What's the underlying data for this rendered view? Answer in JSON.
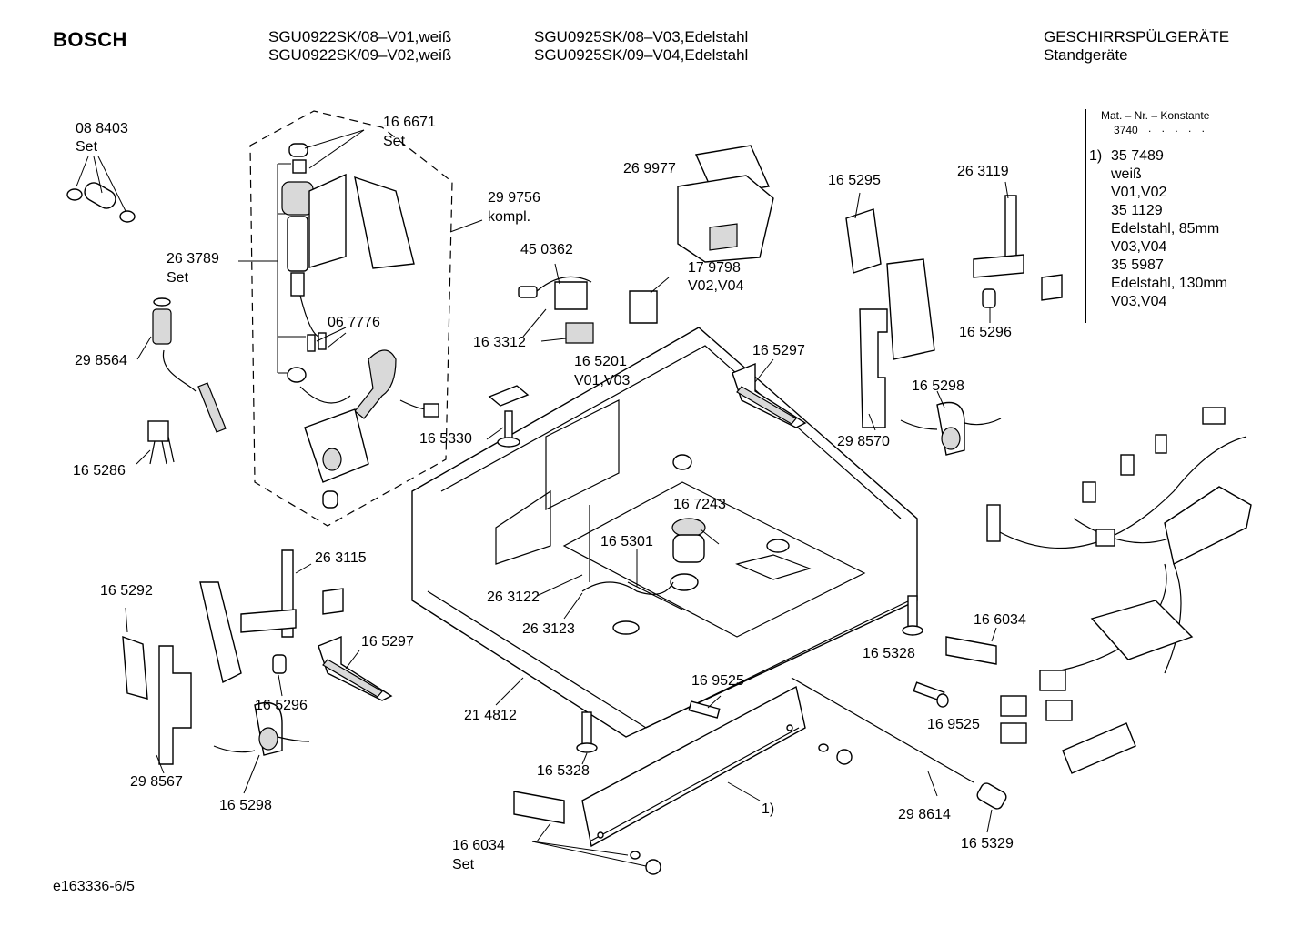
{
  "header": {
    "brand": "BOSCH",
    "models_col1": [
      "SGU0922SK/08–V01,weiß",
      "SGU0922SK/09–V02,weiß"
    ],
    "models_col2": [
      "SGU0925SK/08–V03,Edelstahl",
      "SGU0925SK/09–V04,Edelstahl"
    ],
    "category": "GESCHIRRSPÜLGERÄTE",
    "subcategory": "Standgeräte"
  },
  "side_panel": {
    "heading": "Mat. – Nr. – Konstante",
    "constant": "3740",
    "note_marker": "1)",
    "note_lines": [
      "35 7489",
      "weiß",
      "V01,V02",
      "35 1129",
      "Edelstahl, 85mm",
      "V03,V04",
      "35 5987",
      "Edelstahl, 130mm",
      "V03,V04"
    ]
  },
  "labels": {
    "p088403": "08 8403",
    "p088403_set": "Set",
    "p166671": "16 6671",
    "p166671_set": "Set",
    "p299756": "29 9756",
    "p299756_kompl": "kompl.",
    "p263789": "26 3789",
    "p263789_set": "Set",
    "p298564": "29 8564",
    "p067776": "06 7776",
    "p450362": "45 0362",
    "p269977": "26 9977",
    "p179798": "17 9798",
    "p179798_var": "V02,V04",
    "p165295": "16 5295",
    "p263119": "26 3119",
    "p165296a": "16 5296",
    "p163312": "16 3312",
    "p165201": "16 5201",
    "p165201_var": "V01,V03",
    "p165297a": "16 5297",
    "p165298a": "16 5298",
    "p298570": "29 8570",
    "p165330": "16 5330",
    "p165286": "16 5286",
    "p167243": "16 7243",
    "p165301": "16 5301",
    "p263115": "26 3115",
    "p165292": "16 5292",
    "p263122": "26 3122",
    "p263123": "26 3123",
    "p165297b": "16 5297",
    "p166034a": "16 6034",
    "p165328a": "16 5328",
    "p165296b": "16 5296",
    "p169525a": "16 9525",
    "p169525b": "16 9525",
    "p214812": "21 4812",
    "p298567": "29 8567",
    "p165328b": "16 5328",
    "p165298b": "16 5298",
    "note1": "1)",
    "p298614": "29 8614",
    "p166034b": "16 6034",
    "p166034b_set": "Set",
    "p165329": "16 5329"
  },
  "footer": {
    "code": "e163336-6/5"
  }
}
